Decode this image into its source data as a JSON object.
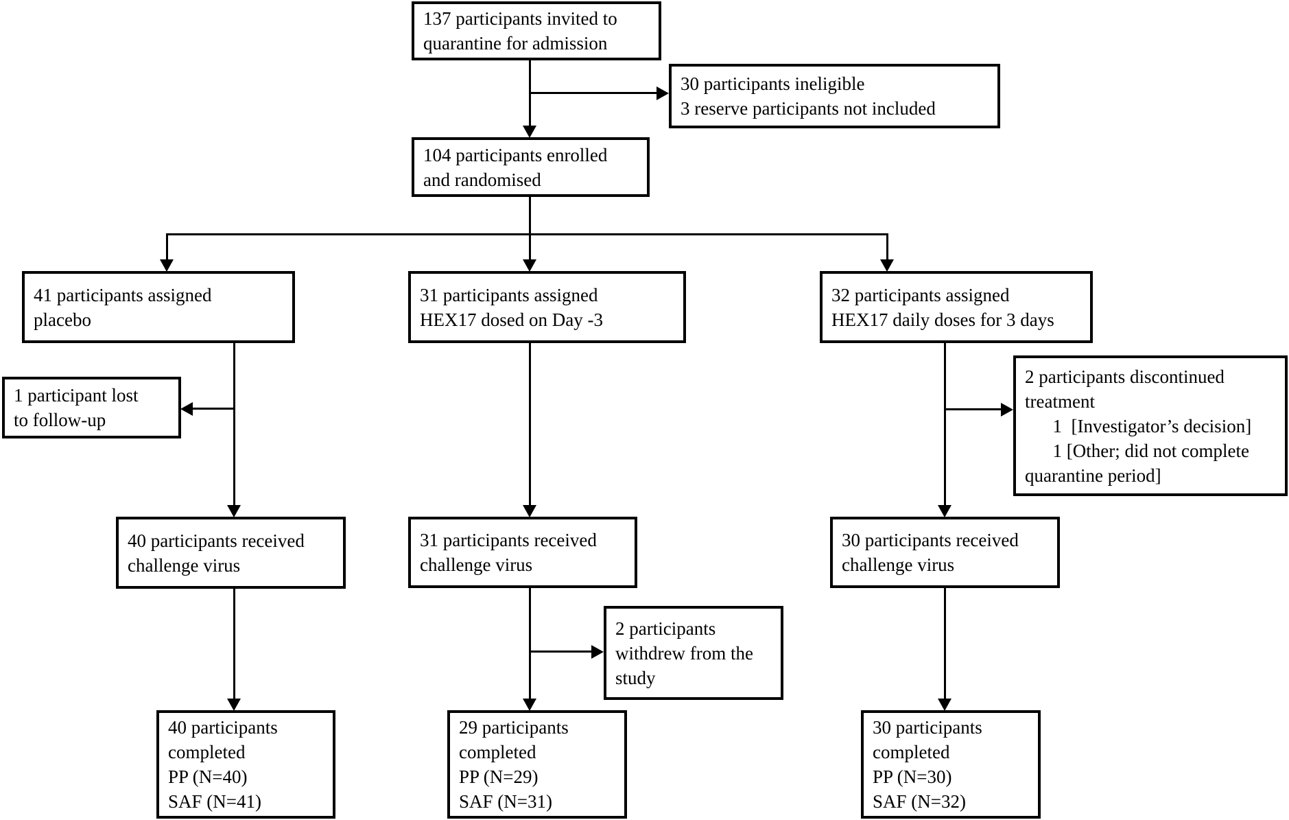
{
  "diagram": {
    "kind": "participant-flow-diagram",
    "colors": {
      "background": "#ffffff",
      "box_border": "#000000",
      "line": "#000000",
      "text": "#000000"
    },
    "nodes": {
      "invited": {
        "text": [
          "137 participants invited to",
          "quarantine for admission"
        ]
      },
      "ineligible": {
        "text": [
          "30 participants ineligible",
          "3 reserve participants not included"
        ]
      },
      "enrolled": {
        "text": [
          "104 participants enrolled",
          "and randomised"
        ]
      },
      "assigned_placebo": {
        "text": [
          "41 participants assigned",
          "placebo"
        ]
      },
      "assigned_day3": {
        "text": [
          "31 participants assigned",
          "HEX17 dosed on Day -3"
        ]
      },
      "assigned_daily": {
        "text": [
          "32 participants assigned",
          "HEX17 daily doses for 3 days"
        ]
      },
      "lost_followup": {
        "text": [
          "1 participant lost",
          "to follow-up"
        ]
      },
      "discontinued": {
        "text": [
          "2 participants discontinued",
          "treatment",
          "      1  [Investigator’s decision]",
          "      1 [Other; did not complete",
          "quarantine period]"
        ]
      },
      "received_placebo": {
        "text": [
          "40 participants received",
          "challenge virus"
        ]
      },
      "received_day3": {
        "text": [
          "31 participants received",
          "challenge virus"
        ]
      },
      "received_daily": {
        "text": [
          "30 participants received",
          "challenge virus"
        ]
      },
      "withdrew": {
        "text": [
          "2 participants",
          "withdrew from the",
          "study"
        ]
      },
      "completed_placebo": {
        "text": [
          "40 participants",
          "completed",
          "PP (N=40)",
          "SAF (N=41)"
        ]
      },
      "completed_day3": {
        "text": [
          "29 participants",
          "completed",
          "PP (N=29)",
          "SAF (N=31)"
        ]
      },
      "completed_daily": {
        "text": [
          "30 participants",
          "completed",
          "PP (N=30)",
          "SAF (N=32)"
        ]
      }
    }
  }
}
